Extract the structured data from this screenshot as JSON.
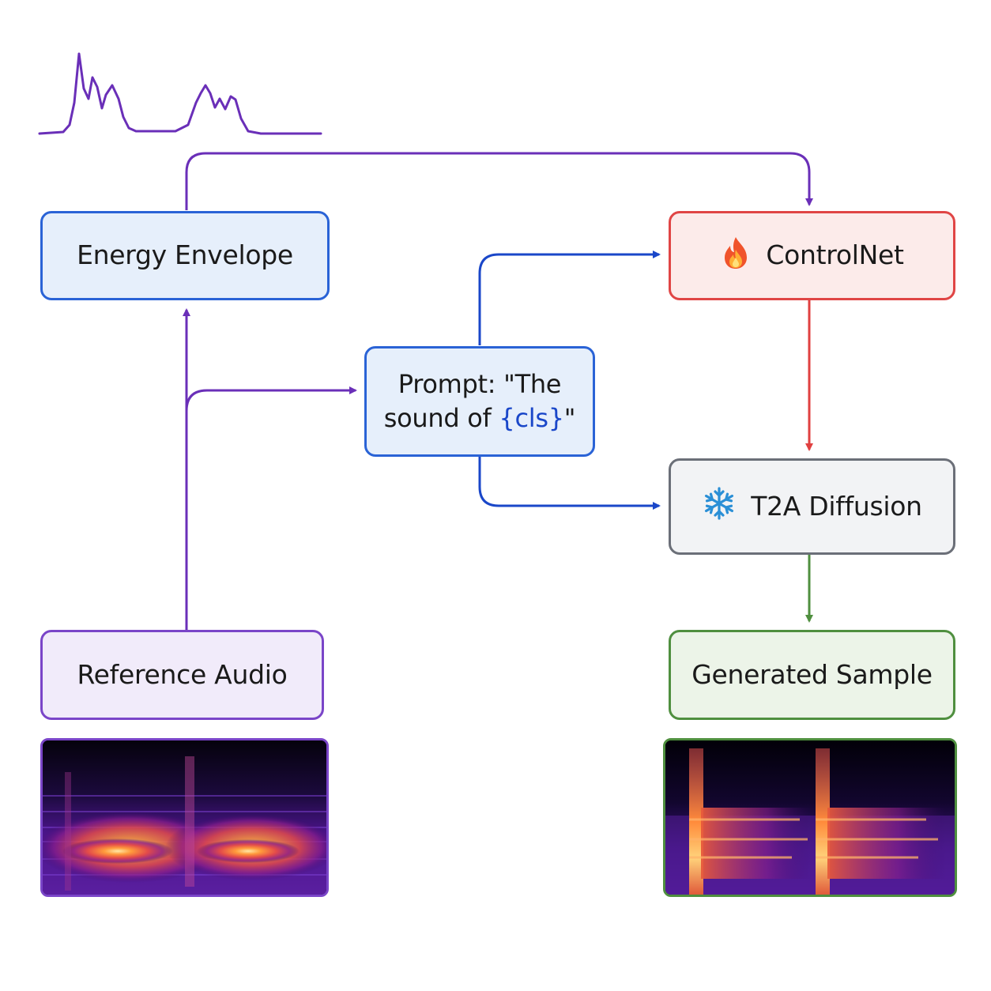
{
  "nodes": {
    "energy_envelope": {
      "label": "Energy Envelope"
    },
    "controlnet": {
      "label": "ControlNet",
      "icon": "fire-icon"
    },
    "prompt": {
      "line1": "Prompt: \"The",
      "line2_prefix": "sound of ",
      "line2_token": "{cls}",
      "line2_suffix": "\""
    },
    "t2a_diffusion": {
      "label": "T2A Diffusion",
      "icon": "snowflake-icon"
    },
    "reference_audio": {
      "label": "Reference Audio"
    },
    "generated_sample": {
      "label": "Generated Sample"
    }
  },
  "colors": {
    "purple": "#6a2fb8",
    "blue": "#1a47c9",
    "red": "#e04040",
    "green": "#4f8f3f",
    "gray": "#6b6f78"
  }
}
